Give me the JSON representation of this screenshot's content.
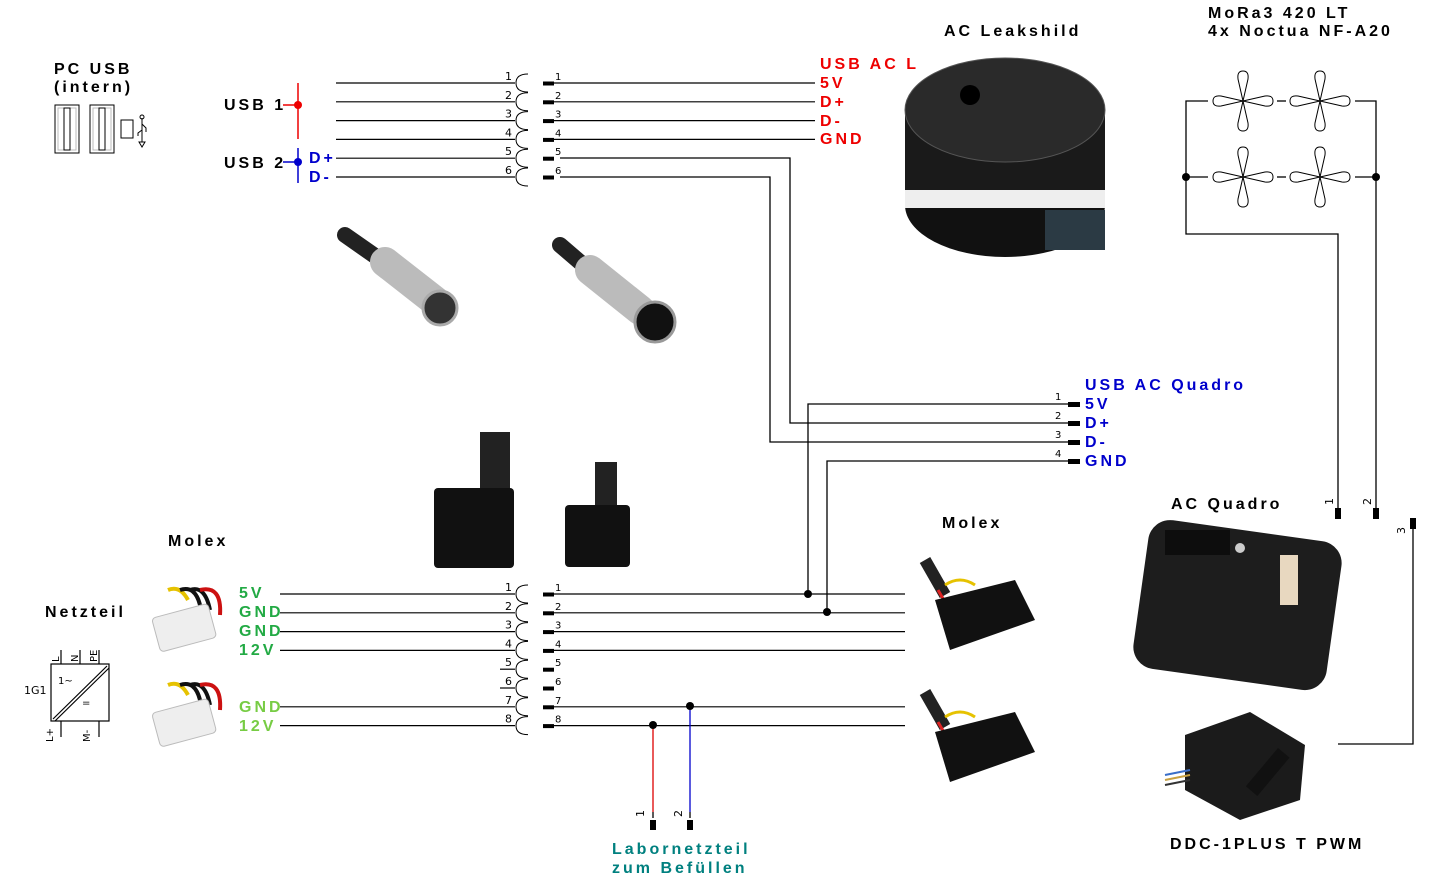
{
  "labels": {
    "pc_usb_line1": "PC USB",
    "pc_usb_line2": "(intern)",
    "usb1": "USB 1",
    "usb2": "USB 2",
    "usb2_dplus": "D+",
    "usb2_dminus": "D-",
    "usb_ac_l_title": "USB AC L",
    "usb_ac_l_pins": [
      "5V",
      "D+",
      "D-",
      "GND"
    ],
    "ac_leakshield": "AC Leakshild",
    "mora_line1": "MoRa3 420 LT",
    "mora_line2": "4x Noctua NF-A20",
    "usb_ac_quadro_title": "USB AC Quadro",
    "usb_ac_quadro_pins": [
      "5V",
      "D+",
      "D-",
      "GND"
    ],
    "ac_quadro": "AC Quadro",
    "molex_left": "Molex",
    "molex_right": "Molex",
    "netzteil": "Netzteil",
    "molex1_pins": [
      "5V",
      "GND",
      "GND",
      "12V"
    ],
    "molex2_pins": [
      "GND",
      "12V"
    ],
    "labornetzteil_line1": "Labornetzteil",
    "labornetzteil_line2": "zum Befüllen",
    "ddc_pump": "DDC-1PLUS T PWM"
  },
  "psu_symbol": {
    "ref": "1G1",
    "top_terminals": [
      "L",
      "N",
      "PE"
    ],
    "bottom_terminals": [
      "L+",
      "M-"
    ],
    "ac_mark": "1~",
    "dc_mark": "="
  },
  "connector_top_pins": [
    "1",
    "2",
    "3",
    "4",
    "5",
    "6"
  ],
  "connector_bottom_pins": [
    "1",
    "2",
    "3",
    "4",
    "5",
    "6",
    "7",
    "8"
  ],
  "quadro_usb_pins": [
    "1",
    "2",
    "3",
    "4"
  ],
  "fan_terminals": [
    "1",
    "2",
    "3"
  ],
  "lab_psu_terminals": [
    "1",
    "2"
  ],
  "colors": {
    "usb1": "#ee0000",
    "usb2": "#0000cc",
    "ac_l_text": "#ee0000",
    "quadro_text": "#0000cc",
    "molex1_text": "#22aa44",
    "molex2_text": "#77cc44",
    "lab_text": "#00807f",
    "lab_wire_1": "#dd0000",
    "lab_wire_2": "#0000cc"
  }
}
